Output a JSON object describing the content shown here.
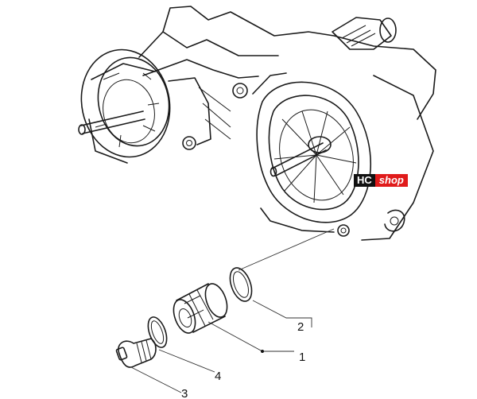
{
  "callouts": [
    {
      "id": "part-1",
      "label": "1"
    },
    {
      "id": "part-2",
      "label": "2"
    },
    {
      "id": "part-3",
      "label": "3"
    },
    {
      "id": "part-4",
      "label": "4"
    }
  ],
  "logo": {
    "part1": "HC",
    "part2": "shop",
    "accent": "#e01b1b"
  }
}
